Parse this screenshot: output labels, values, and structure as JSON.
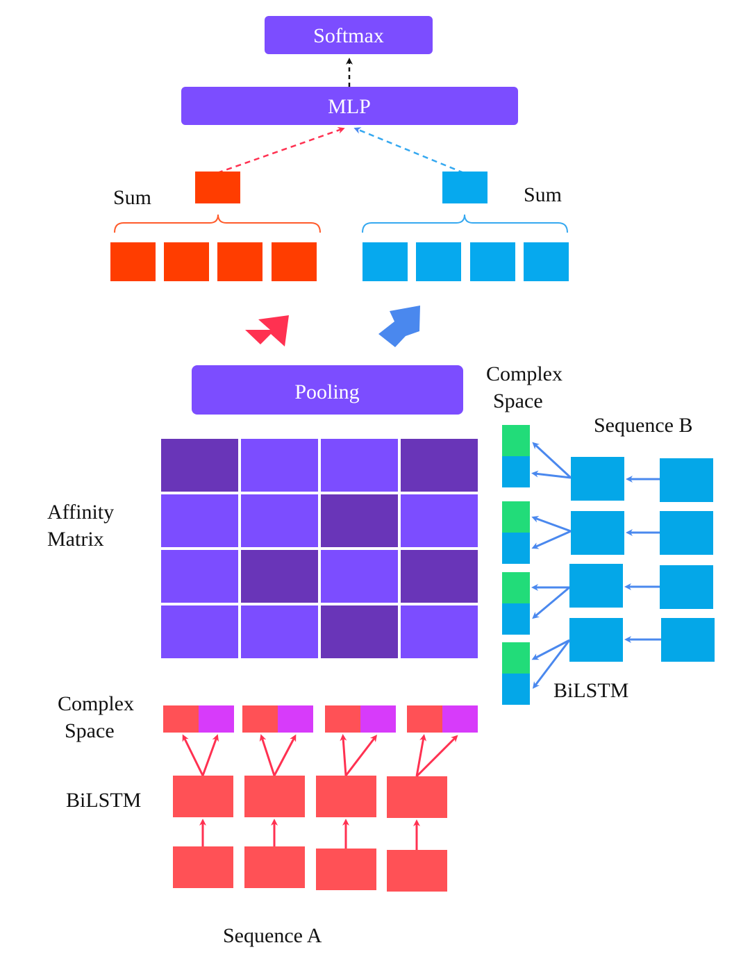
{
  "colors": {
    "purple": "#7c4dff",
    "purple_dark": "#6935b8",
    "orange": "#ff3d00",
    "sky": "#06a9ee",
    "red": "#ff5156",
    "magenta": "#d73bfa",
    "green": "#22dc79",
    "blue": "#04a7e8",
    "arrow_red": "#ff3151",
    "arrow_blue": "#4a88ee",
    "bracket_orange": "#ff5a2a",
    "bracket_blue": "#35a8f0"
  },
  "nodes": {
    "softmax": "Softmax",
    "mlp": "MLP",
    "pooling": "Pooling"
  },
  "labels": {
    "sum_left": "Sum",
    "sum_right": "Sum",
    "complex_space_b_line1": "Complex",
    "complex_space_b_line2": "Space",
    "sequence_b": "Sequence B",
    "affinity_line1": "Affinity",
    "affinity_line2": "Matrix",
    "bilstm_b": "BiLSTM",
    "complex_space_a_line1": "Complex",
    "complex_space_a_line2": "Space",
    "bilstm_a": "BiLSTM",
    "sequence_a": "Sequence A"
  },
  "affinity_matrix": {
    "dark_cells": [
      [
        true,
        false,
        false,
        true
      ],
      [
        false,
        false,
        true,
        false
      ],
      [
        false,
        true,
        false,
        true
      ],
      [
        false,
        false,
        true,
        false
      ]
    ]
  }
}
